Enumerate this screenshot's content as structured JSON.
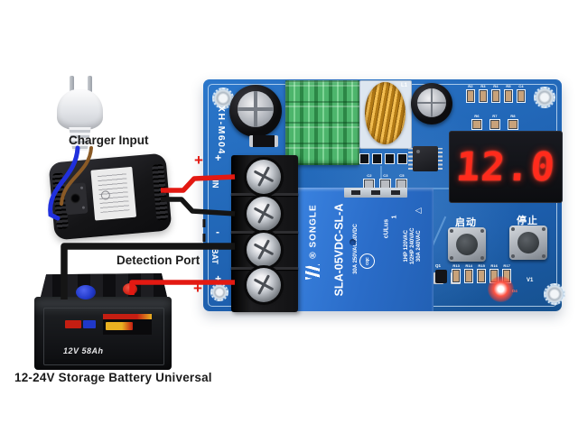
{
  "annotations": {
    "charger_input_label": "Charger Input",
    "detection_port_label": "Detection Port",
    "battery_caption": "12-24V Storage Battery Universal",
    "in_plus_sign": "+",
    "bat_plus_sign": "+"
  },
  "board": {
    "model": "XH-M604",
    "display_value": "12.0",
    "inductor_label": "L1",
    "terminal_labels": {
      "plus_in": "+",
      "in": "IN",
      "minus_in": "-",
      "minus_bat": "-",
      "bat": "BAT",
      "plus_bat": "+"
    },
    "buttons": {
      "start": "启动",
      "stop": "停止"
    },
    "silkscreen": {
      "row1": [
        "R2",
        "R3",
        "R4",
        "R5",
        "C4"
      ],
      "row2": [
        "R6",
        "R7",
        "R8"
      ],
      "row3": [
        "C2",
        "C3",
        "C5"
      ],
      "row4": [
        "R13",
        "R14",
        "R15",
        "R16",
        "R17"
      ],
      "q1": "Q1",
      "v1": "V1",
      "d4": "D4"
    },
    "relay": {
      "registered": "®",
      "brand": "SONGLE",
      "model": "SLA-05VDC-SL-A",
      "rating_main": "30A 250VAC/30VDC",
      "cert_cqc": "cqc",
      "cert_ul": "cULus",
      "pin_mark": "1",
      "ratings": [
        "1HP 120VAC",
        "1/2HP 240VAC",
        "30A 240VAC"
      ]
    }
  },
  "battery": {
    "capacity_text": "12V 58Ah"
  },
  "colors": {
    "pcb_blue": "#2068bc",
    "relay_blue": "#2f74d2",
    "digit_red": "#ff2b1c",
    "heatsink_green": "#3da45c",
    "copper": "#d89a2e",
    "wire_red": "#e31912",
    "wire_black": "#151515",
    "wire_blue": "#2030dd",
    "wire_brown": "#8a5a26"
  }
}
